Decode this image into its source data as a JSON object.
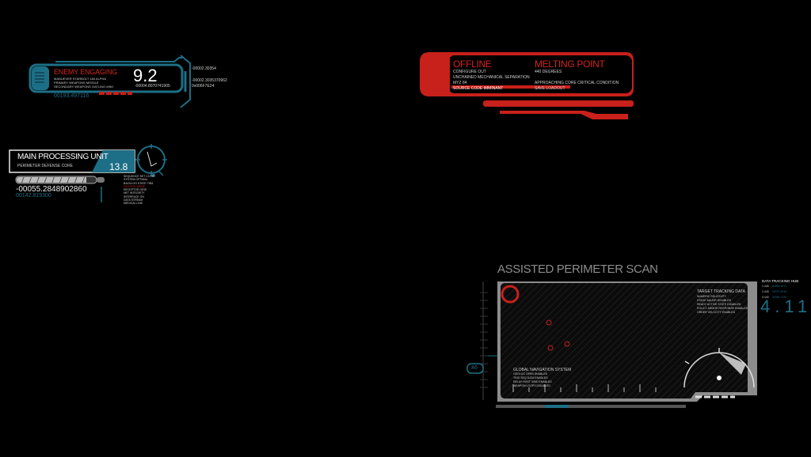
{
  "enemy": {
    "title": "ENEMY ENGAGING",
    "lines": [
      "MANUEVER STARBOLT 184 ALPHA",
      "PRIMARY WEAPONS MISSILE",
      "SECONDARY WEAPONS GATLING MINI"
    ],
    "value": "9.2",
    "subvalue": "-00004.8070741905",
    "footer": "00193.497116",
    "readouts": [
      "-00002.30354",
      "-00002.3035370962",
      "0x006F7E24"
    ]
  },
  "mpu": {
    "title": "MAIN PROCESSING UNIT",
    "subtitle": "PERIMETER DEFENSE CORE",
    "value": "13.8",
    "number": "-00055.2848902860",
    "subnumber": "00142.819300",
    "progress": 0.88,
    "list": [
      "SEQUENCE SET CORE",
      "SYSTEM OPTIMAL",
      "BACKLOG STATE 7984",
      "CRYSTAL SPINE",
      "RECEPTOR GRID",
      "NET INTEGRITY",
      "INTERFACE ON",
      "DATA STREAM",
      "MEDICAL LINK"
    ]
  },
  "offline": {
    "title": "OFFLINE",
    "lines": [
      "CONFIGURE OUT",
      "UNCHAINED MECHANICAL SEPARATION",
      "MYZ 84",
      "SOURCE CODE IMMINANT"
    ],
    "title2": "MELTING POINT",
    "lines2": [
      "440 DEGREES",
      "",
      "APPROACHING CORE CRITICAL CONDITION",
      "SAVE LOADOUT"
    ]
  },
  "scan": {
    "title": "ASSISTED PERIMETER SCAN",
    "target_title": "TARGET TRACKING DATA",
    "target_lines": [
      "NUMERIC RELATIVITY",
      "STAGE MAJOR DISABLED",
      "READY ACTIVE STATE DISABLED",
      "POLICY ARMOR RESPONSE ENABLED",
      "ORDER VELOCITY ENABLED"
    ],
    "nav_title": "GLOBAL NAVIGATION SYSTEM",
    "nav_lines": [
      "GEOLOC OPEN ENABLED",
      "TRIG SEQ DATA ENABLED",
      "RELAY HOST GRID ENABLED",
      "WEAPON LOOPS DISABLED"
    ],
    "side_value": "46",
    "hub_title": "DATA TRACKING HUB",
    "hub_rows": [
      {
        "key": "1.445",
        "val": "00384.4571"
      },
      {
        "key": "2.445",
        "val": "00372.0019"
      },
      {
        "key": "3.440",
        "val": "00384.7120"
      }
    ],
    "big_readout": "4.11"
  },
  "colors": {
    "teal": "#1c6f86",
    "red": "#c8201a",
    "gray": "#8c8c8c"
  }
}
